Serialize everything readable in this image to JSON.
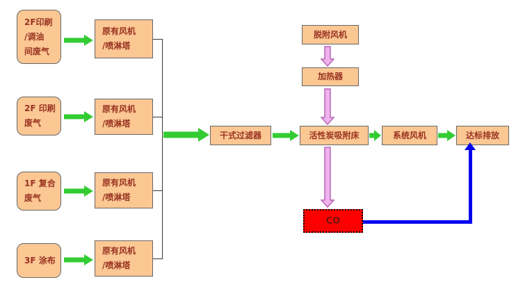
{
  "nodes": {
    "sources": [
      {
        "lines": [
          "2F印刷",
          "/调油",
          "间废气"
        ]
      },
      {
        "lines": [
          "2F 印刷",
          "废气"
        ]
      },
      {
        "lines": [
          "1F 复合",
          "废气"
        ]
      },
      {
        "lines": [
          "3F 涂布"
        ]
      }
    ],
    "pretreatment_units": [
      {
        "lines": [
          "原有风机",
          "/喷淋塔"
        ]
      },
      {
        "lines": [
          "原有风机",
          "/喷淋塔"
        ]
      },
      {
        "lines": [
          "原有风机",
          "/喷淋塔"
        ]
      },
      {
        "lines": [
          "原有风机",
          "/喷淋塔"
        ]
      }
    ],
    "dry_filter": {
      "label": "干式过滤器"
    },
    "carbon_bed": {
      "label": "活性炭吸附床"
    },
    "system_fan": {
      "label": "系统风机"
    },
    "discharge": {
      "label": "达标排放"
    },
    "desorption_fan": {
      "label": "脱附风机"
    },
    "heater": {
      "label": "加热器"
    },
    "co_unit": {
      "label": "CO"
    }
  },
  "colors": {
    "box_fill": "#FBC793",
    "box_border": "#666666",
    "box_text": "#993322",
    "green_arrow": "#33CC33",
    "pink_arrow_fill": "#EEB3EC",
    "pink_arrow_stroke": "#B765B7",
    "blue_line": "#0000EE",
    "co_fill": "#FF0000",
    "co_text": "#6E1515",
    "connector_line": "#333333"
  }
}
